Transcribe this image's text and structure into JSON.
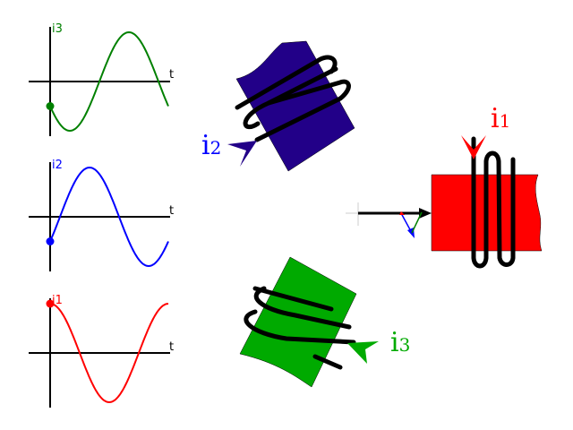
{
  "graphs": [
    {
      "label": "i3",
      "axis": "t",
      "color": "#008000",
      "phase_deg": 120
    },
    {
      "label": "i2",
      "axis": "t",
      "color": "#0000ff",
      "phase_deg": -120
    },
    {
      "label": "i1",
      "axis": "t",
      "color": "#ff0000",
      "phase_deg": 0
    }
  ],
  "coils": {
    "i1": {
      "letter": "i",
      "sub": "1",
      "color": "#ff0000"
    },
    "i2": {
      "letter": "i",
      "sub": "2",
      "color": "#0000ff"
    },
    "i3": {
      "letter": "i",
      "sub": "3",
      "color": "#00aa00"
    }
  },
  "colors": {
    "core_red": "#ff0000",
    "core_blue": "#220088",
    "core_green": "#00aa00"
  }
}
